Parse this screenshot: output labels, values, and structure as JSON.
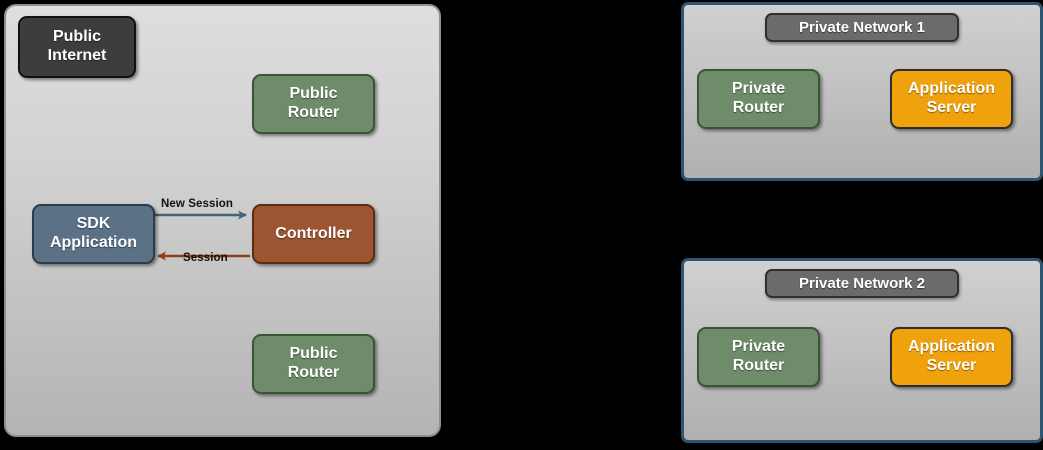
{
  "diagram": {
    "background_color": "#000000",
    "public_zone": {
      "nodes": {
        "public_internet": "Public\nInternet",
        "public_router_top": "Public\nRouter",
        "public_router_bottom": "Public\nRouter",
        "sdk_application": "SDK\nApplication",
        "controller": "Controller"
      },
      "flows": [
        {
          "label": "New Session",
          "direction": "right",
          "color": "#42637d"
        },
        {
          "label": "Session",
          "direction": "left",
          "color": "#8f3f18"
        }
      ]
    },
    "private_networks": [
      {
        "title": "Private Network 1",
        "router": "Private\nRouter",
        "app_server": "Application\nServer"
      },
      {
        "title": "Private Network 2",
        "router": "Private\nRouter",
        "app_server": "Application\nServer"
      }
    ],
    "colors": {
      "dark_node": "#3d3d3d",
      "green_node": "#6e8b6a",
      "slate_node": "#5a7186",
      "brick_node": "#9d5430",
      "amber_node": "#f0a20c",
      "title_chip": "#6b6b6b",
      "private_border": "#2d5470",
      "public_border": "#8e8e8e"
    }
  }
}
